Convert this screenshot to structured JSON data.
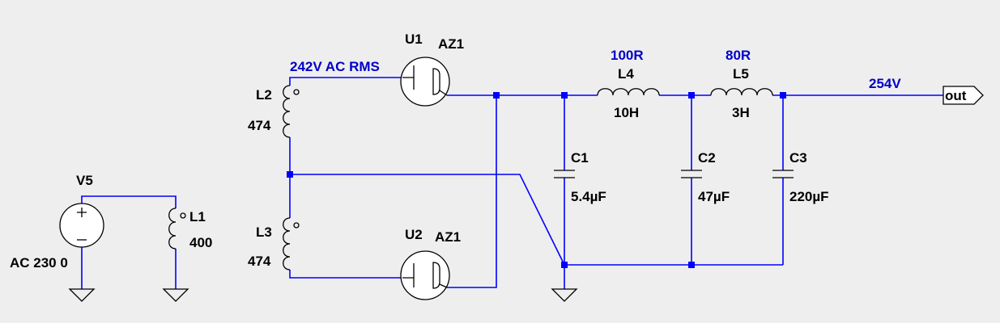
{
  "schematic": {
    "source": {
      "name": "V5",
      "value": "AC 230 0"
    },
    "primary": {
      "name": "L1",
      "value": "400"
    },
    "sec_upper": {
      "name": "L2",
      "value": "474"
    },
    "sec_lower": {
      "name": "L3",
      "value": "474"
    },
    "rect_upper": {
      "name": "U1",
      "model": "AZ1"
    },
    "rect_lower": {
      "name": "U2",
      "model": "AZ1"
    },
    "choke1": {
      "name": "L4",
      "value": "10H",
      "resistance": "100R"
    },
    "choke2": {
      "name": "L5",
      "value": "3H",
      "resistance": "80R"
    },
    "cap1": {
      "name": "C1",
      "value": "5.4µF"
    },
    "cap2": {
      "name": "C2",
      "value": "47µF"
    },
    "cap3": {
      "name": "C3",
      "value": "220µF"
    },
    "annotations": {
      "ac_voltage": "242V AC RMS",
      "dc_voltage": "254V"
    },
    "output_port": "out",
    "colors": {
      "wire": "#0000ff",
      "symbol": "#000000",
      "annotation": "#0000c8",
      "background": "#eeeeee"
    }
  }
}
